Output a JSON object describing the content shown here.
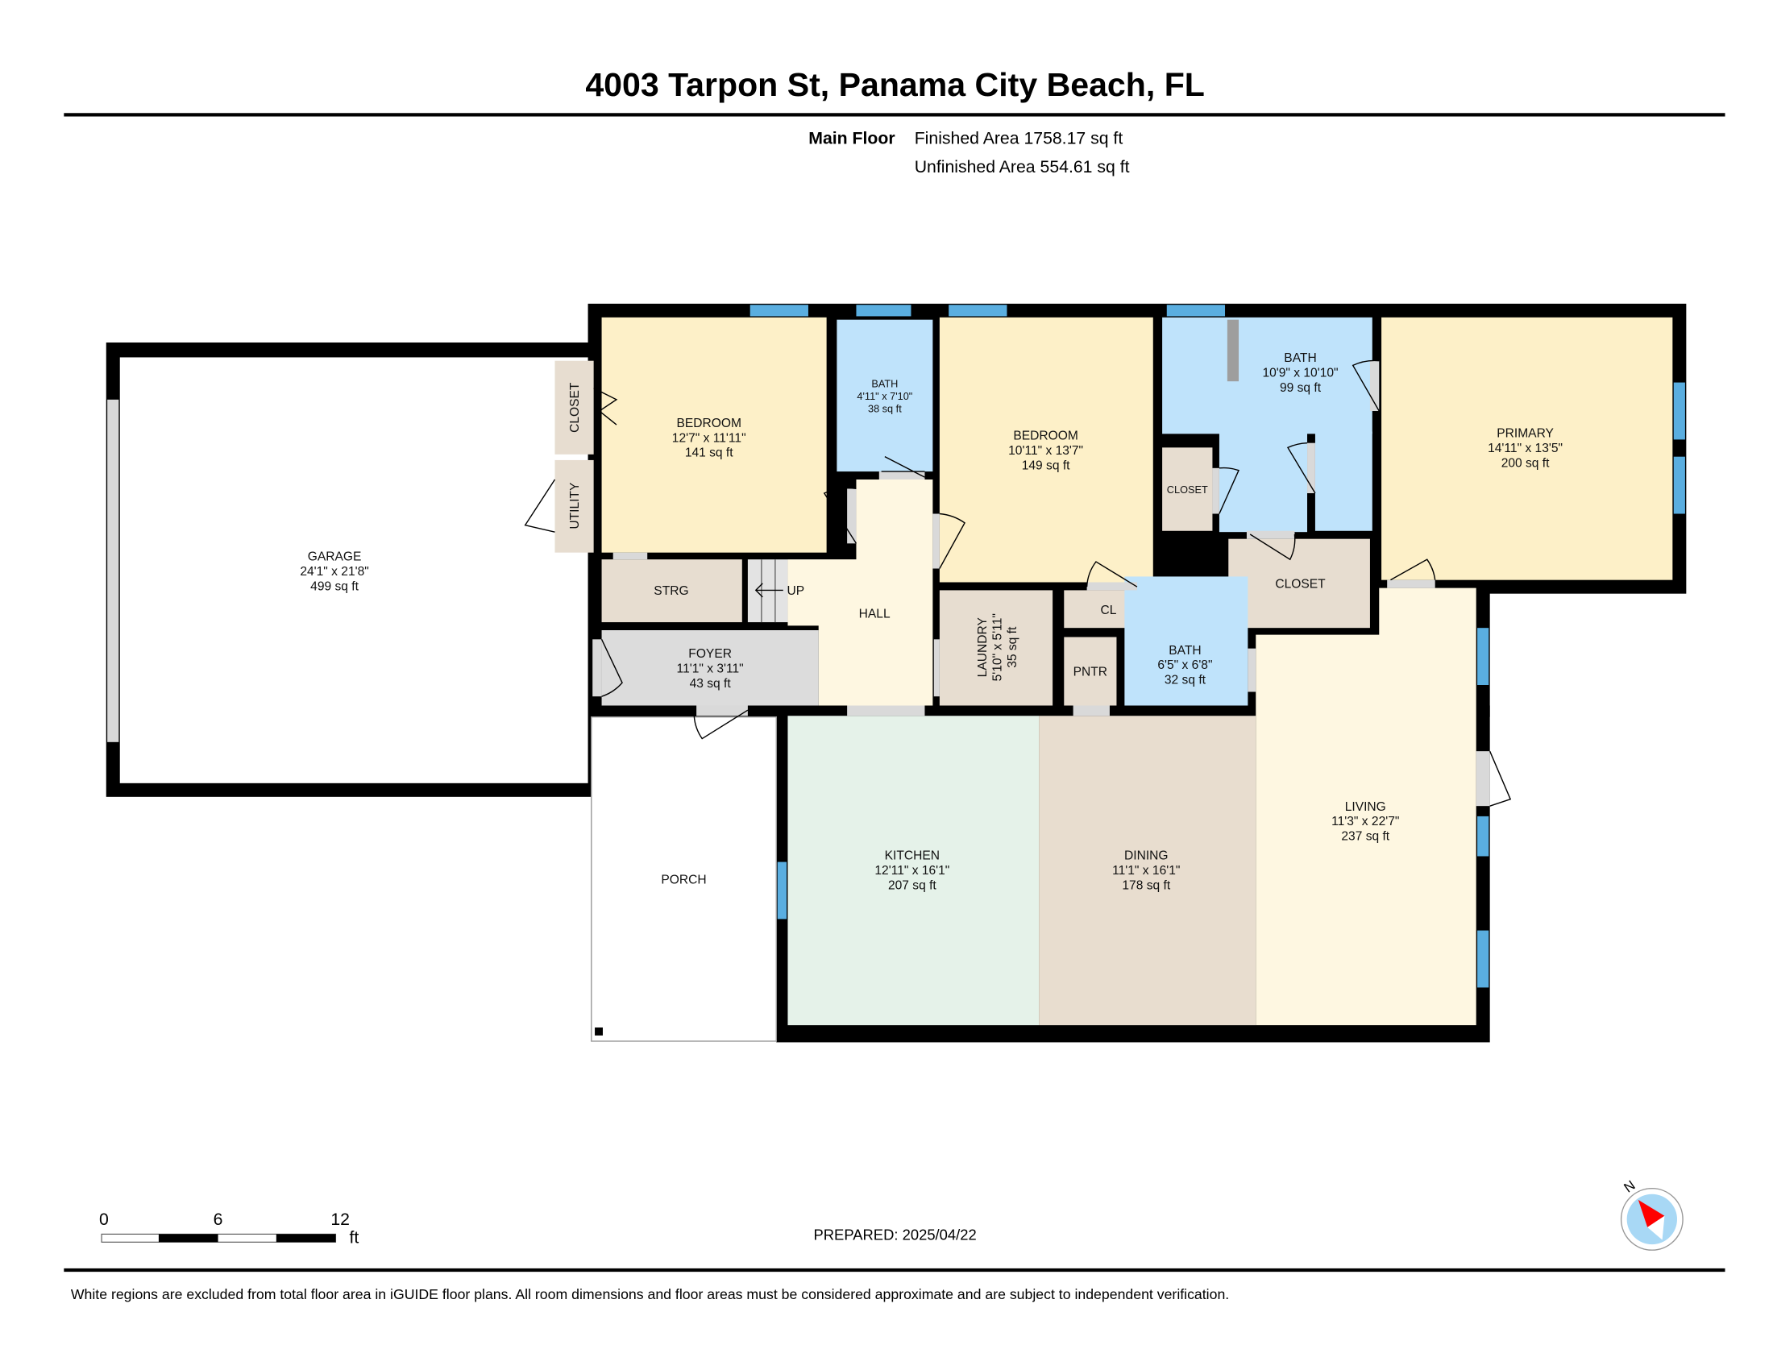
{
  "header": {
    "title": "4003 Tarpon St, Panama City Beach, FL",
    "floor_label": "Main Floor",
    "finished_area": "Finished Area 1758.17 sq ft",
    "unfinished_area": "Unfinished Area 554.61 sq ft"
  },
  "rooms": {
    "garage": {
      "name": "GARAGE",
      "dims": "24'1\" x 21'8\"",
      "area": "499 sq ft"
    },
    "closet1": {
      "name": "CLOSET"
    },
    "utility": {
      "name": "UTILITY"
    },
    "bedroom1": {
      "name": "BEDROOM",
      "dims": "12'7\" x 11'11\"",
      "area": "141 sq ft"
    },
    "bath1": {
      "name": "BATH",
      "dims": "4'11\" x 7'10\"",
      "area": "38 sq ft"
    },
    "bedroom2": {
      "name": "BEDROOM",
      "dims": "10'11\" x 13'7\"",
      "area": "149 sq ft"
    },
    "bath2": {
      "name": "BATH",
      "dims": "10'9\" x 10'10\"",
      "area": "99 sq ft"
    },
    "closet2": {
      "name": "CLOSET"
    },
    "closet3": {
      "name": "CLOSET"
    },
    "primary": {
      "name": "PRIMARY",
      "dims": "14'11\" x 13'5\"",
      "area": "200 sq ft"
    },
    "strg": {
      "name": "STRG"
    },
    "stairs": {
      "name": "UP"
    },
    "hall": {
      "name": "HALL"
    },
    "foyer": {
      "name": "FOYER",
      "dims": "11'1\" x 3'11\"",
      "area": "43 sq ft"
    },
    "laundry": {
      "name": "LAUNDRY",
      "dims": "5'10\" x 5'11\"",
      "area": "35 sq ft"
    },
    "cl": {
      "name": "CL"
    },
    "pntr": {
      "name": "PNTR"
    },
    "bath3": {
      "name": "BATH",
      "dims": "6'5\" x 6'8\"",
      "area": "32 sq ft"
    },
    "living": {
      "name": "LIVING",
      "dims": "11'3\" x 22'7\"",
      "area": "237 sq ft"
    },
    "kitchen": {
      "name": "KITCHEN",
      "dims": "12'11\" x 16'1\"",
      "area": "207 sq ft"
    },
    "dining": {
      "name": "DINING",
      "dims": "11'1\" x 16'1\"",
      "area": "178 sq ft"
    },
    "porch": {
      "name": "PORCH"
    }
  },
  "scale": {
    "t0": "0",
    "t6": "6",
    "t12": "12",
    "unit": "ft"
  },
  "compass": {
    "label": "N"
  },
  "prepared": "PREPARED: 2025/04/22",
  "footer": "White regions are excluded from total floor area in iGUIDE floor plans. All room dimensions and floor areas must be considered approximate and are subject to independent verification.",
  "colors": {
    "bedroom": "#fdf0c8",
    "bath": "#bfe3fb",
    "hall": "#fef7e1",
    "utility": "#e7ddd0",
    "foyer": "#dcdcdc",
    "kitchen": "#e5f2e9",
    "window": "#5aaee0"
  }
}
